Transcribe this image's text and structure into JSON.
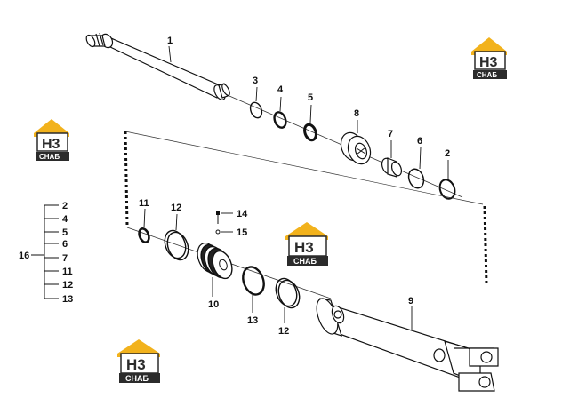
{
  "callouts": {
    "p1": "1",
    "p3": "3",
    "p4": "4",
    "p5": "5",
    "p8": "8",
    "p7": "7",
    "p6": "6",
    "p2": "2",
    "p11": "11",
    "p12a": "12",
    "p14": "14",
    "p15": "15",
    "p10": "10",
    "p13": "13",
    "p12b": "12",
    "p9": "9"
  },
  "kit": {
    "label": "16",
    "items": [
      "2",
      "4",
      "5",
      "6",
      "7",
      "11",
      "12",
      "13"
    ]
  },
  "watermark": {
    "letters": "H3",
    "sub": "CHAБ",
    "colors": {
      "roof": "#f2b21c",
      "dark": "#2b2b2b",
      "box": "#ffffff"
    }
  }
}
